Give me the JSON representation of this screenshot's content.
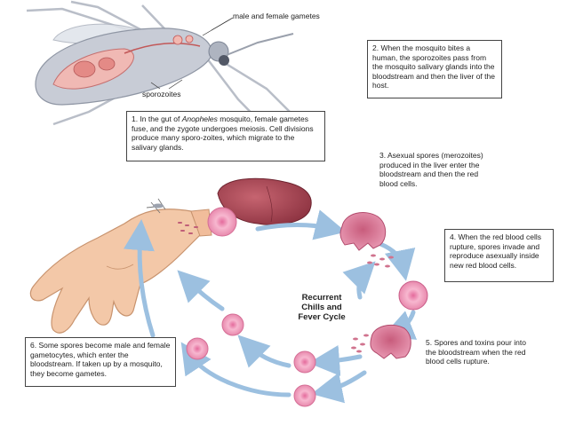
{
  "labels": {
    "gametes": "male and female gametes",
    "sporozoites": "sporozoites",
    "cycle_line1": "Recurrent",
    "cycle_line2": "Chills and",
    "cycle_line3": "Fever Cycle"
  },
  "steps": [
    {
      "id": 1,
      "pre": "1. In the gut of ",
      "emph": "Anopheles",
      "post": " mosquito, female gametes fuse, and the zygote undergoes meiosis.  Cell divisions produce many sporo-zoites, which migrate to the salivary glands."
    },
    {
      "id": 2,
      "text": "2. When the mosquito bites a human, the sporozoites pass from the mosquito salivary glands into the bloodstream and then the liver of the host."
    },
    {
      "id": 3,
      "text": "3. Asexual spores (merozoites) produced in the liver enter the bloodstream and then the red blood cells."
    },
    {
      "id": 4,
      "text": "4. When the red blood cells rupture, spores invade and reproduce asexually inside new red blood cells."
    },
    {
      "id": 5,
      "text": "5. Spores and toxins pour into the bloodstream when the red blood cells rupture."
    },
    {
      "id": 6,
      "text": "6. Some spores become male and female gametocytes, which enter the bloodstream.  If taken up by a mosquito, they become gametes."
    }
  ],
  "colors": {
    "arrow": "#9cc0e0",
    "rbc": "#f2a6c4",
    "rbc_core": "#e47aa6",
    "liver": "#b4525c",
    "mosquito": "#c8ccd6",
    "skin": "#f3c8a8"
  }
}
